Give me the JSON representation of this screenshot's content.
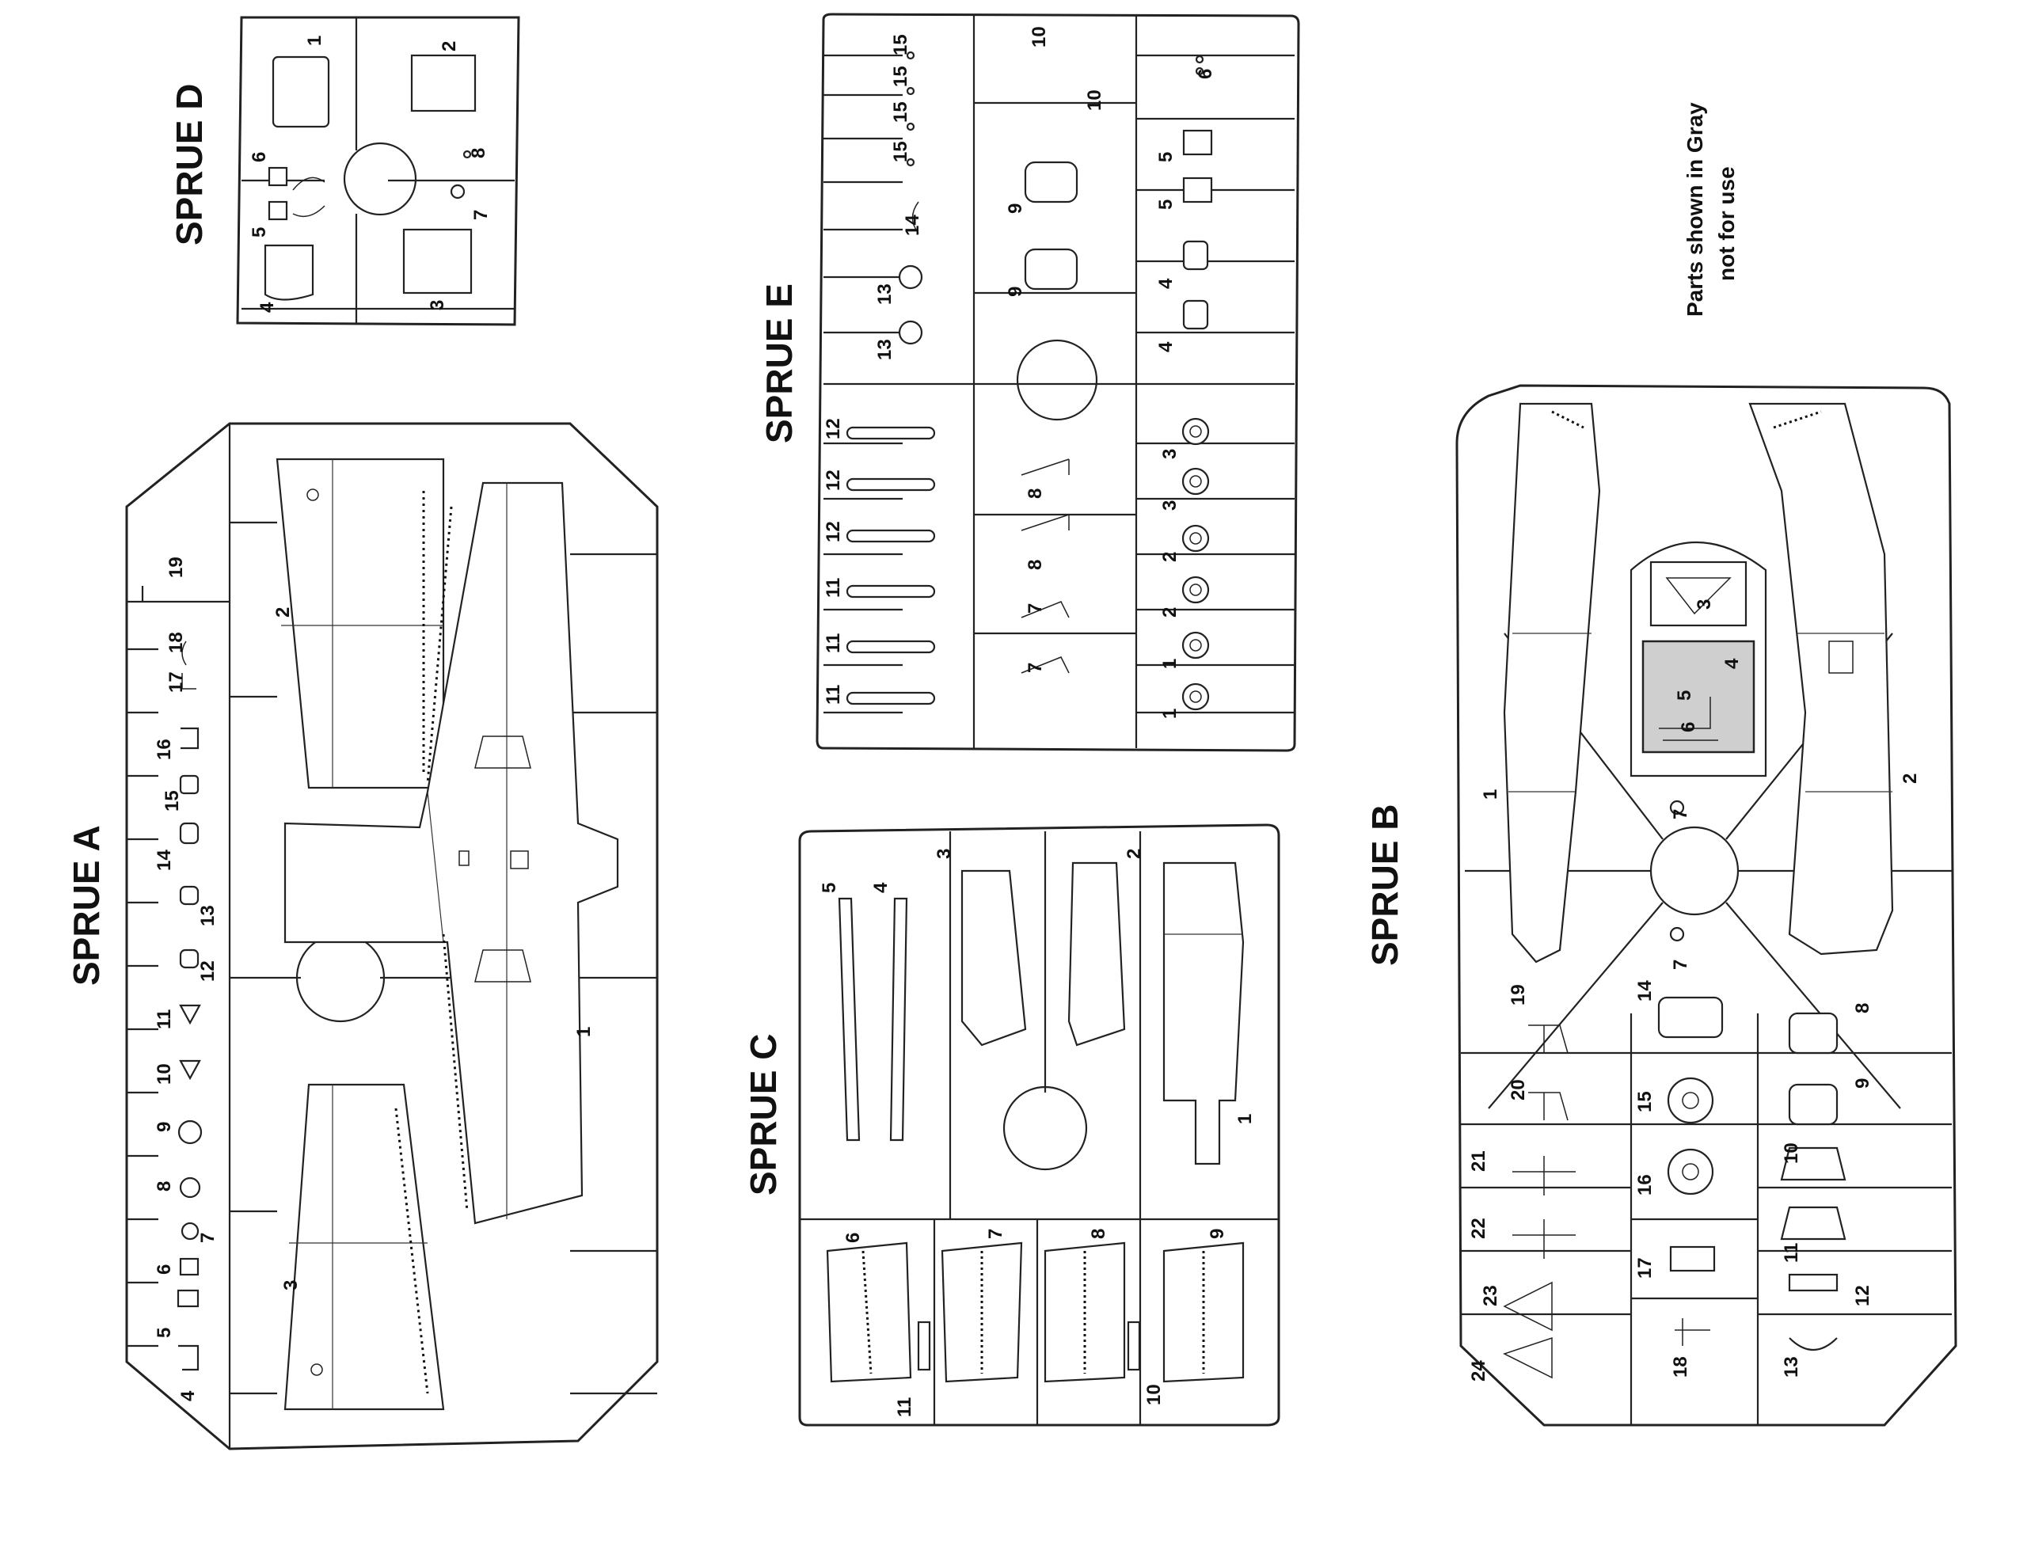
{
  "sprues": {
    "a": {
      "title": "SPRUE A",
      "parts": [
        "1",
        "2",
        "3",
        "4",
        "5",
        "6",
        "7",
        "8",
        "9",
        "10",
        "11",
        "12",
        "13",
        "14",
        "15",
        "16",
        "17",
        "18",
        "19"
      ]
    },
    "b": {
      "title": "SPRUE B",
      "parts": [
        "1",
        "2",
        "3",
        "4",
        "5",
        "6",
        "7",
        "7",
        "8",
        "9",
        "10",
        "11",
        "12",
        "13",
        "14",
        "15",
        "16",
        "17",
        "18",
        "19",
        "20",
        "21",
        "22",
        "23",
        "24"
      ]
    },
    "c": {
      "title": "SPRUE C",
      "parts": [
        "1",
        "2",
        "3",
        "4",
        "5",
        "6",
        "7",
        "8",
        "9",
        "10",
        "11"
      ]
    },
    "d": {
      "title": "SPRUE D",
      "parts": [
        "1",
        "2",
        "3",
        "4",
        "5",
        "6",
        "7",
        "8"
      ]
    },
    "e": {
      "title": "SPRUE E",
      "parts": [
        "1",
        "1",
        "2",
        "2",
        "3",
        "3",
        "4",
        "4",
        "5",
        "5",
        "6",
        "7",
        "7",
        "8",
        "8",
        "9",
        "9",
        "10",
        "10",
        "11",
        "11",
        "11",
        "12",
        "12",
        "12",
        "13",
        "13",
        "14",
        "15",
        "15",
        "15",
        "15"
      ]
    }
  },
  "note": {
    "line1": "Parts shown in Gray",
    "line2": "not for use"
  },
  "colors": {
    "line": "#222222",
    "unused_parts": "#cfcfcf",
    "background": "#ffffff"
  }
}
